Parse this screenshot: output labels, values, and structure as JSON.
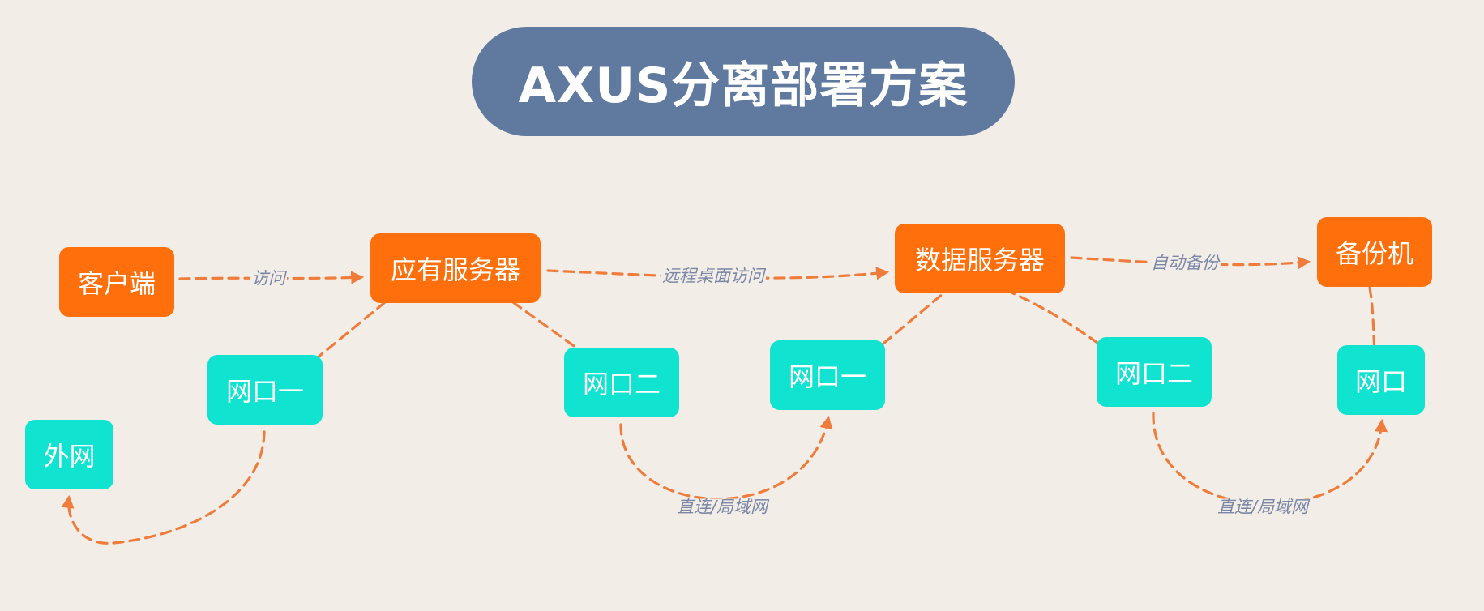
{
  "title": "AXUS分离部署方案",
  "nodes": {
    "client": "客户端",
    "app_server": "应有服务器",
    "data_server": "数据服务器",
    "backup": "备份机",
    "app_port1": "网口一",
    "app_port2": "网口二",
    "data_port1": "网口一",
    "data_port2": "网口二",
    "backup_port": "网口",
    "extranet": "外网"
  },
  "edges": {
    "access": "访问",
    "remote_desktop": "远程桌面访问",
    "auto_backup": "自动备份",
    "direct_lan_1": "直连/局域网",
    "direct_lan_2": "直连/局域网"
  },
  "colors": {
    "title_bg": "#60799f",
    "server_box": "#ff6f0b",
    "port_box": "#10e3cf",
    "connector": "#f07c3c",
    "edge_label": "#7a86a5",
    "background": "#f2ede7"
  }
}
